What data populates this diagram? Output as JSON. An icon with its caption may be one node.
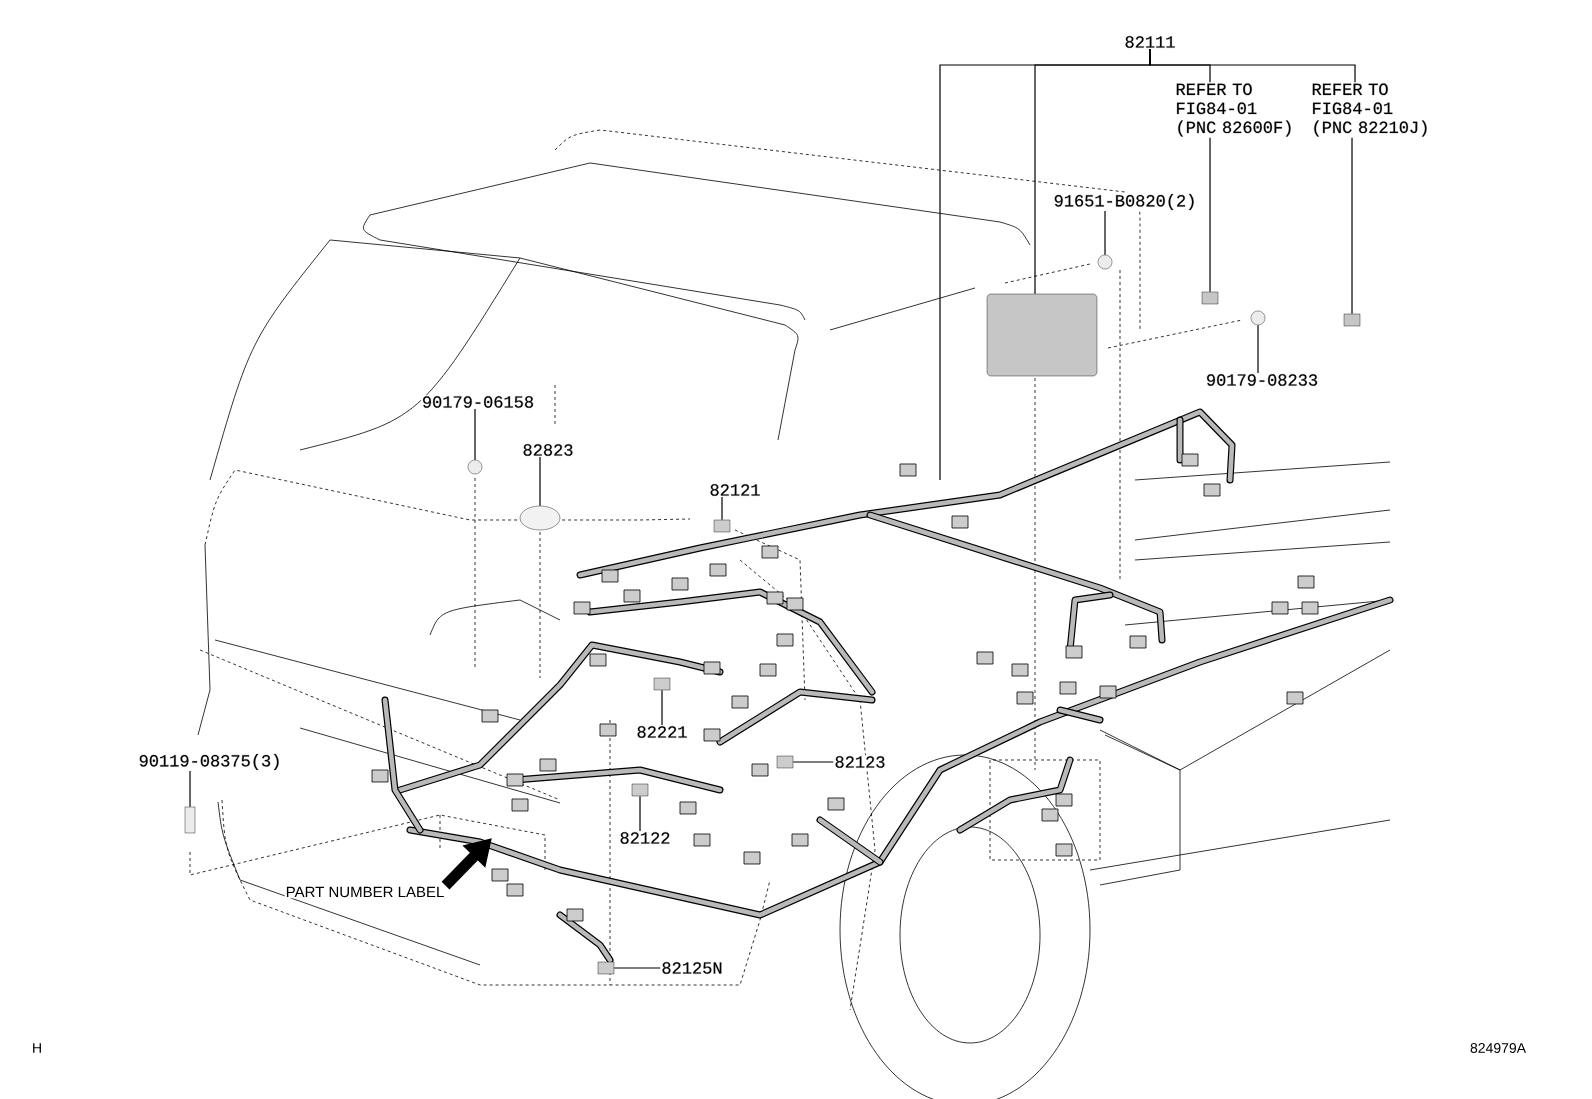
{
  "diagram": {
    "nodes": [
      {
        "text": [
          "82111"
        ]
      },
      {
        "text": [
          "REFER TO FIG84-01 (PNC 82600F)"
        ]
      },
      {
        "text": [
          "REFER TO FIG84-01 (PNC 82210J)"
        ]
      },
      {
        "text": [
          "91651-B0820(2)"
        ]
      },
      {
        "text": [
          "90179-08233"
        ]
      },
      {
        "text": [
          "90179-06158"
        ]
      },
      {
        "text": [
          "82823"
        ]
      },
      {
        "text": [
          "82121"
        ]
      },
      {
        "text": [
          "82221"
        ]
      },
      {
        "text": [
          "82123"
        ]
      },
      {
        "text": [
          "82122"
        ]
      },
      {
        "text": [
          "90119-08375(3)"
        ]
      },
      {
        "text": [
          "82125N"
        ]
      },
      {
        "text": [
          "PART NUMBER LABEL"
        ]
      },
      {
        "text": [],
        "shape": "box"
      },
      {
        "text": [],
        "shape": "clip"
      },
      {
        "text": [],
        "shape": "clip"
      },
      {
        "text": [],
        "shape": "nut"
      },
      {
        "text": [],
        "shape": "nut"
      },
      {
        "text": [],
        "shape": "nut"
      },
      {
        "text": [],
        "shape": "cap"
      },
      {
        "text": [],
        "shape": "bolt"
      },
      {
        "text": [],
        "shape": "connector"
      },
      {
        "text": [],
        "shape": "connector"
      },
      {
        "text": [],
        "shape": "connector"
      },
      {
        "text": [],
        "shape": "connector"
      },
      {
        "text": [],
        "shape": "connector"
      }
    ],
    "edges": [
      {
        "from": 0,
        "to": 14,
        "arrow": "none"
      },
      {
        "from": 0,
        "to": 1,
        "arrow": "none"
      },
      {
        "from": 0,
        "to": 2,
        "arrow": "none"
      },
      {
        "from": 0,
        "to": null,
        "arrow": "none"
      },
      {
        "from": 1,
        "to": 15,
        "arrow": "none"
      },
      {
        "from": 2,
        "to": 16,
        "arrow": "none"
      },
      {
        "from": 3,
        "to": 17,
        "arrow": "none"
      },
      {
        "from": 4,
        "to": 18,
        "arrow": "none"
      },
      {
        "from": 5,
        "to": 19,
        "arrow": "none"
      },
      {
        "from": 6,
        "to": 20,
        "arrow": "none"
      },
      {
        "from": 11,
        "to": 21,
        "arrow": "none"
      },
      {
        "from": 7,
        "to": 22,
        "arrow": "none"
      },
      {
        "from": 8,
        "to": 23,
        "arrow": "none"
      },
      {
        "from": 9,
        "to": 24,
        "arrow": "none"
      },
      {
        "from": 10,
        "to": 25,
        "arrow": "none"
      },
      {
        "from": 12,
        "to": 26,
        "arrow": "none"
      },
      {
        "from": 13,
        "to": null,
        "arrow": "to",
        "style": "thick"
      }
    ],
    "labels": [
      "H",
      "824979A"
    ]
  }
}
